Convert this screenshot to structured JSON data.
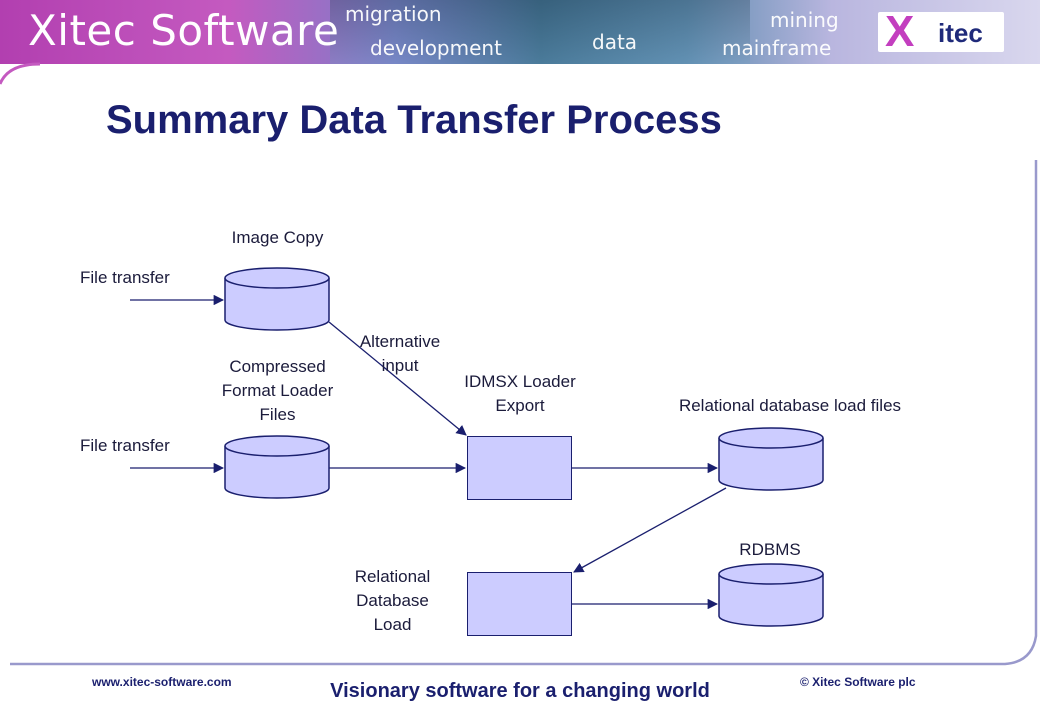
{
  "header": {
    "brand": "Xitec Software",
    "banner_words": [
      "migration",
      "development",
      "data",
      "mining",
      "mainframe"
    ],
    "logo_mark": "X",
    "logo_text": "itec"
  },
  "title": "Summary Data Transfer Process",
  "diagram": {
    "labels": {
      "image_copy": "Image Copy",
      "file_transfer_1": "File transfer",
      "file_transfer_2": "File transfer",
      "alternative_input": "Alternative\ninput",
      "compressed_files": "Compressed\nFormat Loader\nFiles",
      "idmsx_export": "IDMSX Loader\nExport",
      "rel_load_files": "Relational database load files",
      "rdbms": "RDBMS",
      "rel_db_load": "Relational\nDatabase\nLoad"
    }
  },
  "footer": {
    "url": "www.xitec-software.com",
    "tagline": "Visionary software for a changing world",
    "copyright": "© Xitec Software plc"
  },
  "colors": {
    "navy": "#1a1f6e",
    "shape_fill": "#ccccff",
    "banner_magenta": "#c45ac0",
    "footer_curve": "#9999cc"
  }
}
